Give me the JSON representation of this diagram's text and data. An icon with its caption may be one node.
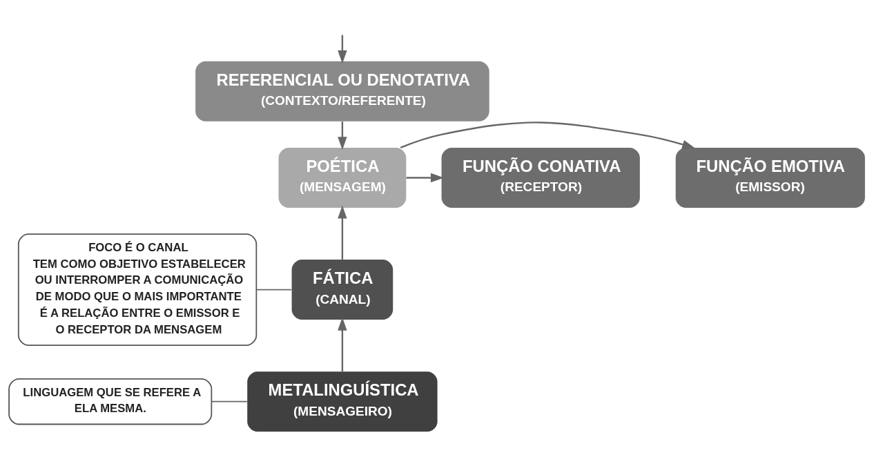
{
  "diagram": {
    "nodes": [
      {
        "text": [
          "REFERENCIAL OU DENOTATIVA",
          "(CONTEXTO/REFERENTE)"
        ]
      },
      {
        "text": [
          "FUNÇÃO EMOTIVA",
          "(EMISSOR)"
        ]
      },
      {
        "text": [
          "POÉTICA",
          "(MENSAGEM)"
        ]
      },
      {
        "text": [
          "FUNÇÃO CONATIVA",
          "(RECEPTOR)"
        ]
      },
      {
        "text": [
          "FÁTICA",
          "(CANAL)"
        ]
      },
      {
        "text": [
          "FOCO É O CANAL",
          "TEM COMO OBJETIVO ESTABELECER OU INTERROMPER A COMUNICAÇÃO DE MODO QUE O MAIS IMPORTANTE É A RELAÇÃO ENTRE O EMISSOR E O RECEPTOR DA MENSAGEM"
        ]
      },
      {
        "text": [
          "METALINGUÍSTICA",
          "(MENSAGEIRO)"
        ]
      },
      {
        "text": [
          "LINGUAGEM QUE SE REFERE A ELA MESMA."
        ]
      }
    ],
    "edges": [
      {
        "from": null,
        "to": 0,
        "arrow": "to"
      },
      {
        "from": 0,
        "to": 2,
        "arrow": "to"
      },
      {
        "from": 2,
        "to": 1,
        "arrow": "to"
      },
      {
        "from": 2,
        "to": 3,
        "arrow": "to"
      },
      {
        "from": 4,
        "to": 2,
        "arrow": "to"
      },
      {
        "from": 6,
        "to": 4,
        "arrow": "to"
      },
      {
        "from": 4,
        "to": 5,
        "arrow": "none"
      },
      {
        "from": 6,
        "to": 7,
        "arrow": "none"
      }
    ]
  }
}
